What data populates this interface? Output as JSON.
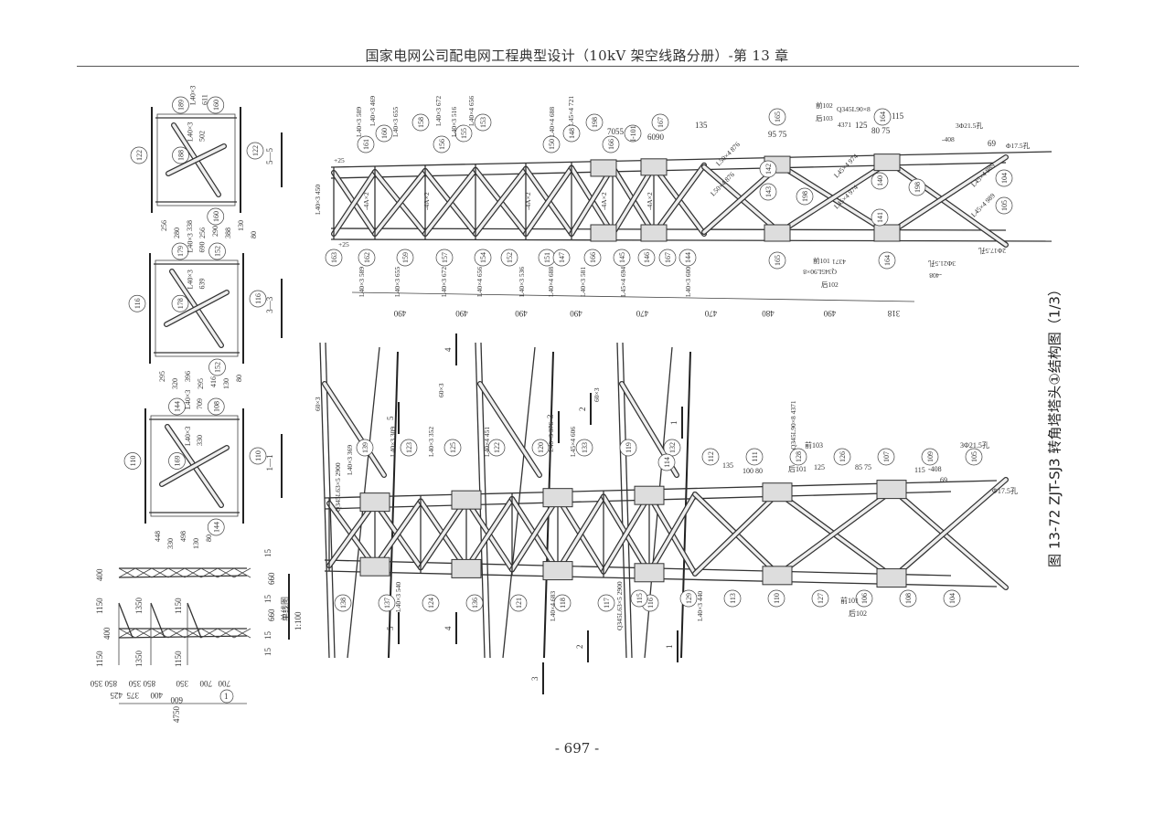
{
  "header": {
    "title": "国家电网公司配电网工程典型设计（10kV 架空线路分册）-第 13 章"
  },
  "caption": "图 13-72  ZJT-SJ3  转角塔塔头①结构图（1/3）",
  "page_number": "- 697 -",
  "sections": {
    "s5": {
      "label": "5—5",
      "parts": [
        "189",
        "160",
        "122",
        "188",
        "122",
        "160"
      ],
      "notes": [
        "L40×3",
        "611",
        "L40×3",
        "502",
        "256",
        "280",
        "338",
        "256",
        "290",
        "388",
        "130",
        "80"
      ]
    },
    "s3": {
      "label": "3—3",
      "parts": [
        "179",
        "152",
        "116",
        "178",
        "116",
        "152"
      ],
      "notes": [
        "L40×3",
        "690",
        "L40×3",
        "639",
        "295",
        "320",
        "396",
        "295",
        "416",
        "130",
        "80"
      ]
    },
    "s1": {
      "label": "1—1",
      "parts": [
        "144",
        "108",
        "110",
        "169",
        "110",
        "144"
      ],
      "notes": [
        "L40×3",
        "709",
        "L40×3",
        "330",
        "448",
        "330",
        "498",
        "130",
        "80"
      ]
    }
  },
  "line_diagram": {
    "title": "单线图",
    "scale": "1:100",
    "dims": [
      "400",
      "660",
      "15",
      "15",
      "660",
      "15",
      "15",
      "1150",
      "1350",
      "1150",
      "400",
      "1150",
      "1350",
      "1150",
      "850 350",
      "850 350",
      "400",
      "350",
      "700",
      "700",
      "375",
      "425",
      "600",
      "4750"
    ],
    "mark": "1"
  },
  "top_arm": {
    "bottom_dims": [
      "490",
      "490",
      "490",
      "490",
      "470",
      "470",
      "480",
      "490",
      "318"
    ],
    "parts_top": [
      "161",
      "160",
      "158",
      "156",
      "155",
      "153",
      "150",
      "148",
      "198",
      "166",
      "I-101",
      "167",
      "165",
      "164"
    ],
    "parts_bottom": [
      "163",
      "162",
      "159",
      "157",
      "154",
      "152",
      "151",
      "147",
      "166",
      "145",
      "146",
      "167",
      "144",
      "165",
      "164"
    ],
    "members_top": [
      "L40×3 589",
      "L40×3 469",
      "L40×3 655",
      "L40×3 672",
      "L40×3 516",
      "L40×4 656",
      "L40×4 688",
      "L45×4 721",
      "L40×3 450"
    ],
    "members_bottom": [
      "L40×3 589",
      "L40×3 655",
      "L40×3 672",
      "L40×4 656",
      "L40×3 536",
      "L40×4 688",
      "L40×3 581",
      "L45×4 694",
      "L40×3 600"
    ],
    "plates": [
      "-4A×2",
      "-4A×2",
      "-4A×2",
      "-4A×2",
      "-4A×2"
    ],
    "spacing": [
      "7055",
      "6090",
      "135",
      "95 75",
      "125",
      "80 75",
      "115",
      "69"
    ],
    "notes": [
      "Q345L90×8",
      "4371",
      "3Φ21.5孔",
      "Φ17.5孔",
      "-408",
      "2Φ17.5孔",
      "3Φ21.5孔",
      "-408",
      "Q345L90×8",
      "4371",
      "前102",
      "后103",
      "前101",
      "后102",
      "+25",
      "+25"
    ],
    "right_members": [
      "L50×4 876",
      "L50×4 876",
      "L45×4 974",
      "L45×4 974",
      "L45×4 989",
      "L45×4 989",
      "104",
      "105",
      "143",
      "142",
      "140",
      "141",
      "198",
      "198"
    ]
  },
  "bottom_arm": {
    "parts": [
      "138",
      "139",
      "137",
      "123",
      "124",
      "125",
      "136",
      "122",
      "121",
      "120",
      "118",
      "133",
      "117",
      "119",
      "116",
      "132",
      "115",
      "114",
      "129",
      "112",
      "113",
      "111",
      "110",
      "128",
      "127",
      "126",
      "106",
      "107",
      "108",
      "109",
      "104",
      "105"
    ],
    "members": [
      "Q345L63×5 2900",
      "L40×3 369",
      "L40×3 309",
      "L40×3 352",
      "L40×4 451",
      "L40×3 376",
      "L45×4 606",
      "L40×3 540",
      "L40×4 683",
      "L40×3 440",
      "Q345L63×5 2900",
      "Q345L90×8 4371",
      "60×3",
      "60×3",
      "60×3"
    ],
    "dims": [
      "135",
      "100 80",
      "125",
      "85 75",
      "115",
      "69",
      "3Φ21.5孔",
      "-408",
      "Φ17.5孔",
      "前101",
      "后102",
      "前103",
      "后101"
    ],
    "section_marks": [
      "5",
      "5",
      "4",
      "4",
      "3",
      "3",
      "2",
      "2",
      "1",
      "1"
    ]
  }
}
